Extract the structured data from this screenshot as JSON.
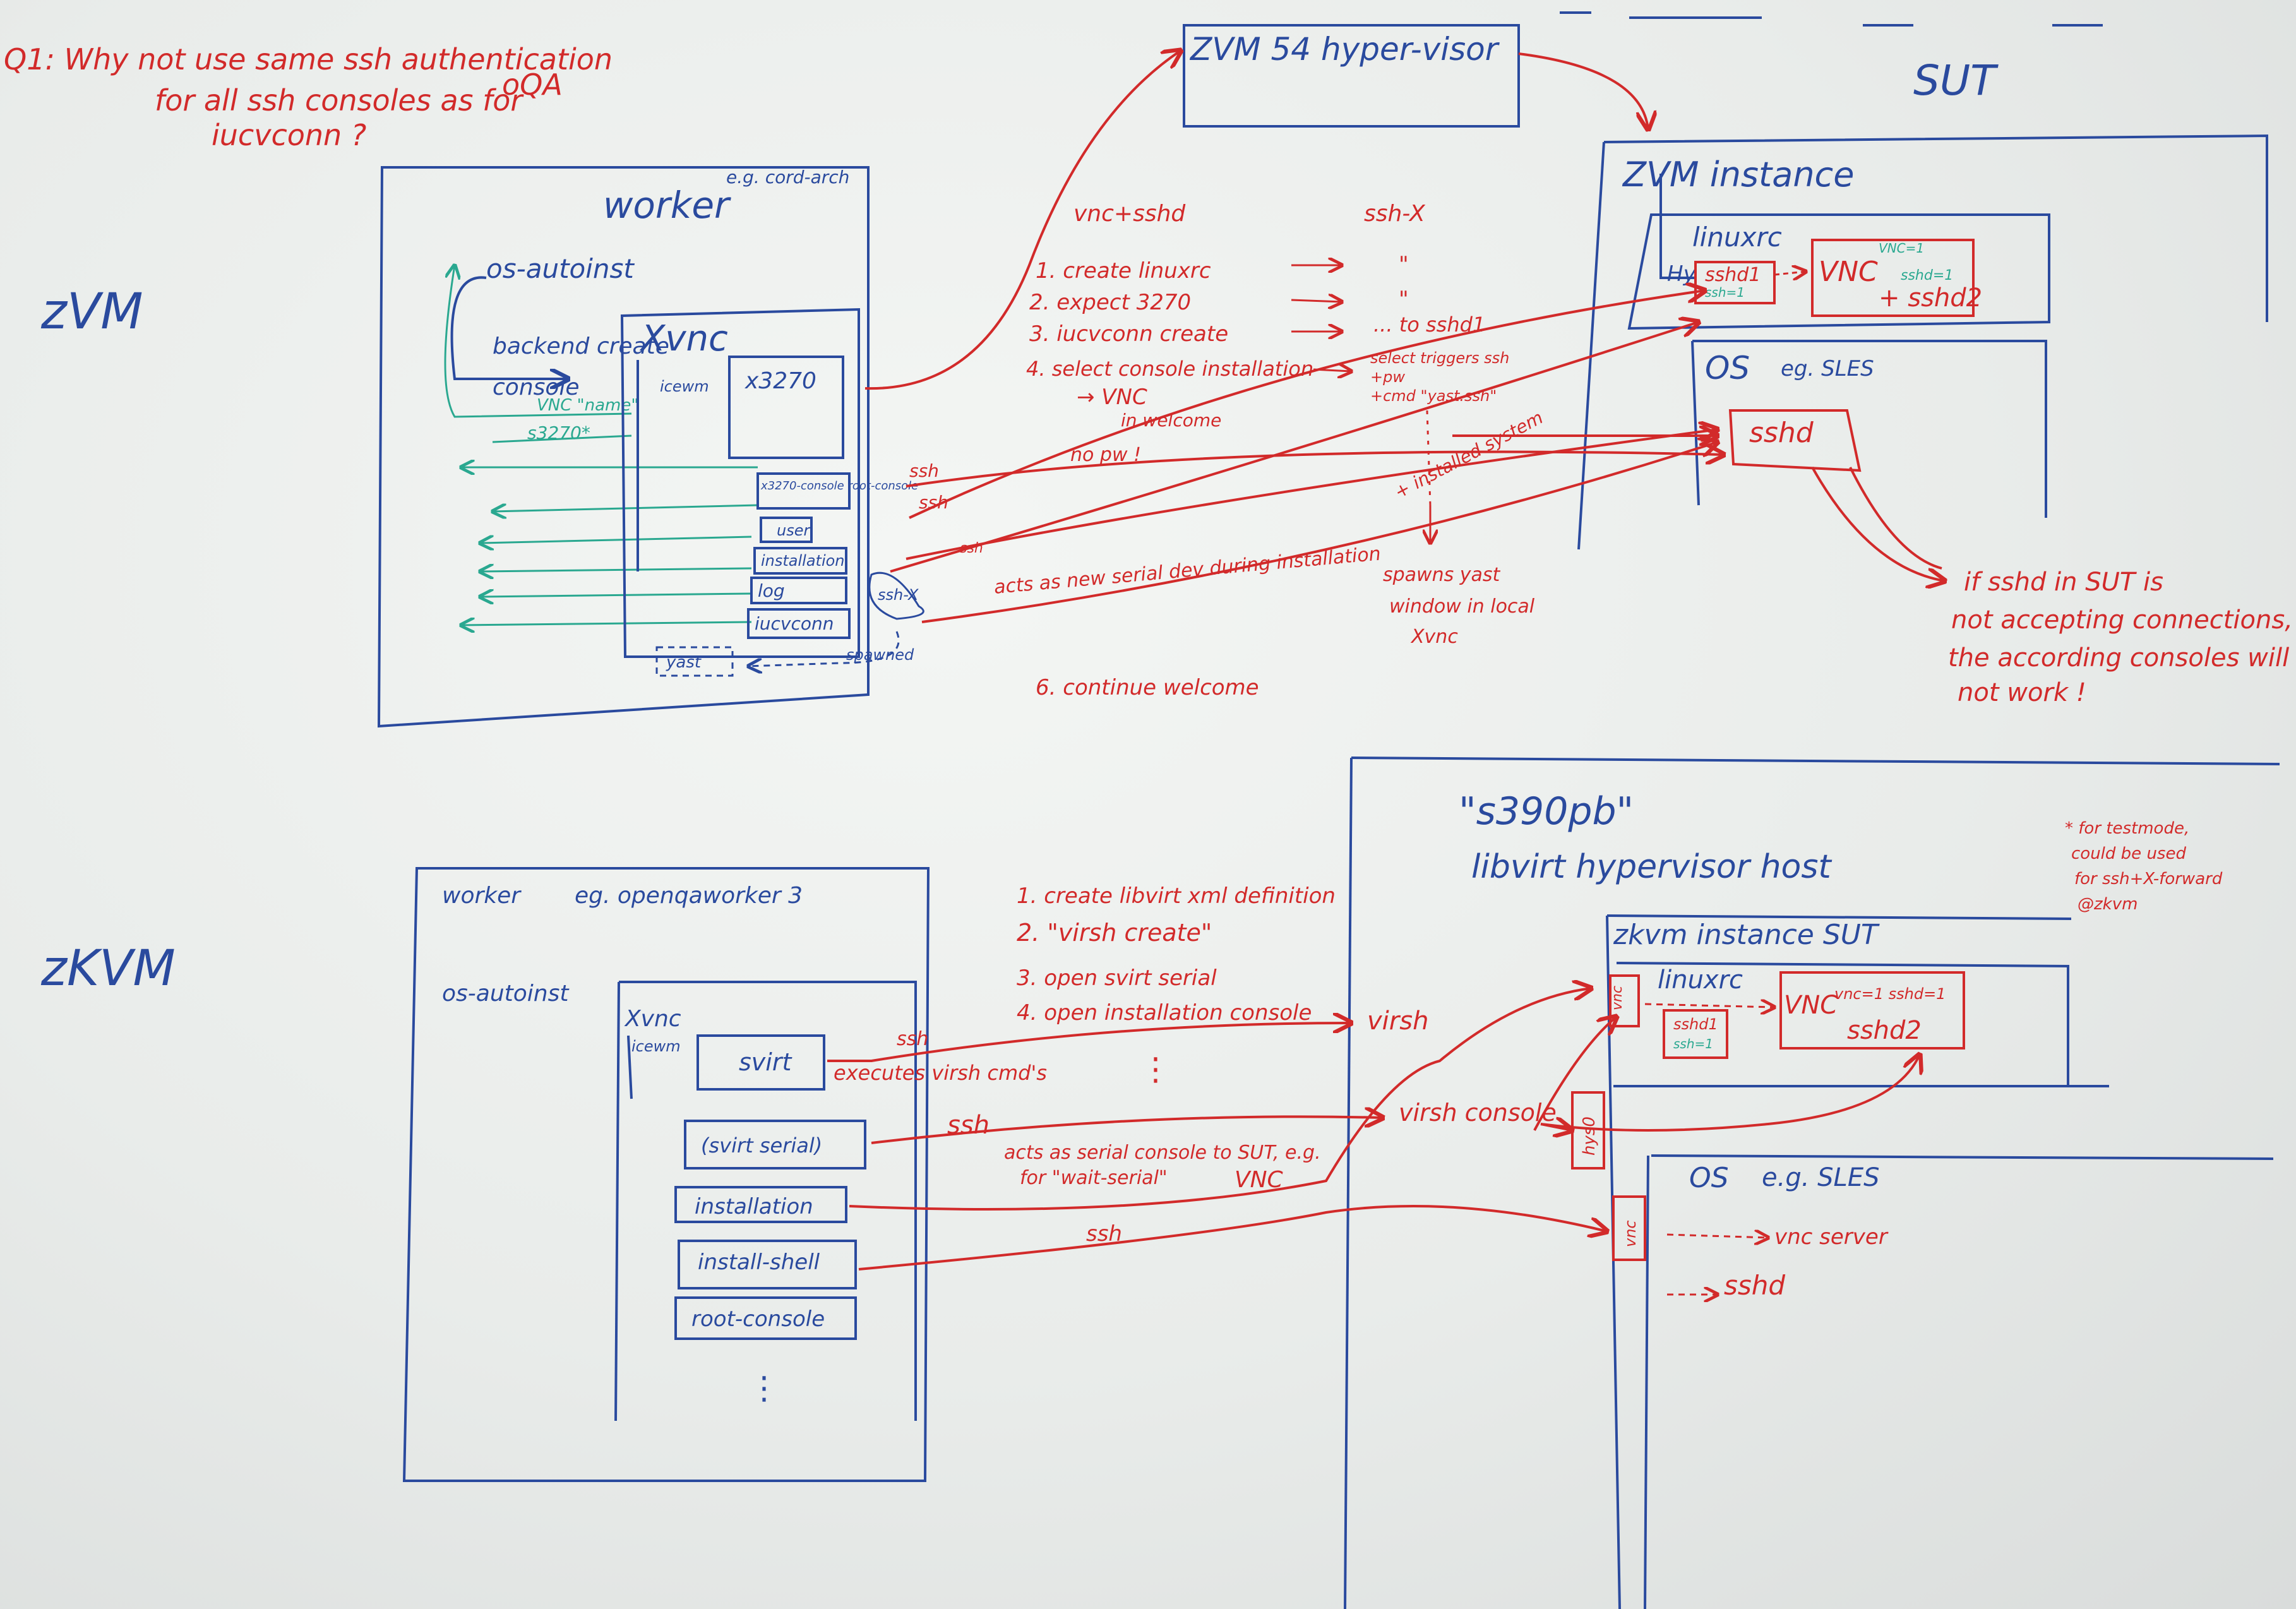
{
  "colors": {
    "blue_marker": "#2a4a9e",
    "red_marker": "#d22a2a",
    "teal_marker": "#2aa890"
  },
  "question": {
    "line1": "Q1: Why not use same ssh authentication",
    "line2": "for all ssh consoles as for",
    "line3": "iucvconn ?",
    "ref": "oQA"
  },
  "zvm": {
    "section_label": "zVM",
    "hypervisor": "ZVM 54 hyper-visor",
    "sut": "SUT",
    "worker": {
      "title": "worker",
      "note": "e.g. cord-arch",
      "os_autoinst": "os-autoinst",
      "backend_create": "backend create",
      "console": "console",
      "vnc_name": "VNC \"name\"",
      "s3270": "s3270*",
      "xvnc": "Xvnc",
      "icewm": "icewm",
      "x3270": "x3270",
      "consoles": [
        "x3270-console root-console",
        "user",
        "installation",
        "log",
        "iucvconn"
      ],
      "yast": "yast",
      "sshx_bubble": "ssh-X",
      "spawned": "spawned"
    },
    "ssh_labels": [
      "ssh",
      "ssh",
      "ssh"
    ],
    "steps_header_left": "vnc+sshd",
    "steps_header_right": "ssh-X",
    "steps": [
      "1. create linuxrc",
      "2. expect 3270",
      "3. iucvconn create",
      "4. select console installation",
      "→ VNC",
      "in welcome",
      "no pw !"
    ],
    "right_col": [
      "\"",
      "\"",
      "... to sshd1",
      "select triggers ssh",
      "+pw",
      "+cmd \"yast.ssh\""
    ],
    "acts_serial": "acts as new serial dev during installation",
    "installed_system": "+ installed system",
    "spawns": [
      "spawns yast",
      "window in local",
      "Xvnc"
    ],
    "continue": "6. continue welcome",
    "instance": {
      "title": "ZVM instance",
      "linuxrc": "linuxrc",
      "hy": "Hy",
      "sshd1": "sshd1",
      "ssh1": "ssh=1",
      "vnc1": "VNC=1",
      "vnc": "VNC",
      "sshd_eq": "sshd=1",
      "sshd2": "+ sshd2",
      "os": "OS",
      "os_eg": "eg. SLES",
      "sshd": "sshd"
    },
    "warning": [
      "if sshd in SUT is",
      "not accepting connections,",
      "the according consoles will",
      "not work !"
    ]
  },
  "zkvm": {
    "section_label": "zKVM",
    "host_title": "\"s390pb\"",
    "host_subtitle": "libvirt hypervisor host",
    "testmode_note": [
      "* for testmode,",
      "could be used",
      "for ssh+X-forward",
      "@zkvm"
    ],
    "worker": {
      "title": "worker",
      "note": "eg. openqaworker 3",
      "os_autoinst": "os-autoinst",
      "xvnc": "Xvnc",
      "icewm": "icewm",
      "consoles": [
        "svirt",
        "(svirt serial)",
        "installation",
        "install-shell",
        "root-console"
      ],
      "more": "⋮"
    },
    "steps": [
      "1. create libvirt xml definition",
      "2. \"virsh create\"",
      "3. open svirt serial",
      "4. open installation console"
    ],
    "ssh1": "ssh",
    "executes": "executes virsh cmd's",
    "more": "⋮",
    "ssh2": "ssh",
    "acts_serial": [
      "acts as serial console to SUT, e.g.",
      "for \"wait-serial\""
    ],
    "vnc": "VNC",
    "ssh3": "ssh",
    "virsh": "virsh",
    "virsh_console": "virsh console",
    "hyso": "hys0",
    "instance": {
      "title": "zkvm instance SUT",
      "linuxrc": "linuxrc",
      "vnc_side": "vnc",
      "sshd1": "sshd1",
      "ssh1": "ssh=1",
      "vnc_eq": "vnc=1 sshd=1",
      "vnc": "VNC",
      "sshd2": "sshd2",
      "os": "OS",
      "os_eg": "e.g. SLES",
      "vnc_side2": "vnc",
      "vnc_server": "vnc server",
      "sshd": "sshd"
    }
  }
}
